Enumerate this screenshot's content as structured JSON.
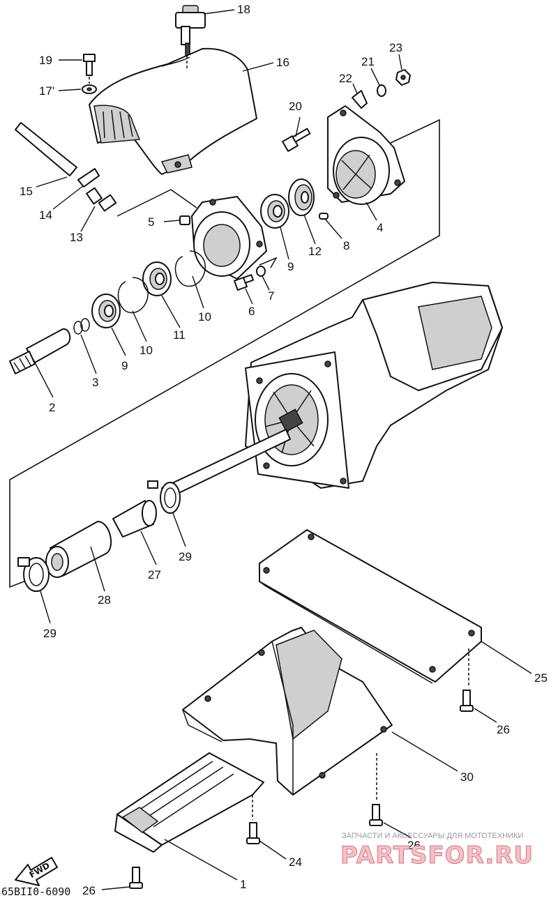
{
  "diagram_code": "65BII0-6090",
  "fwd_label": "FWD",
  "watermark": {
    "tagline": "ЗАПЧАСТИ И АКСЕССУАРЫ ДЛЯ МОТОТЕХНИКИ",
    "brand": "PARTSFOR.RU"
  },
  "callouts": {
    "p1": "1",
    "p2": "2",
    "p3": "3",
    "p4": "4",
    "p5": "5",
    "p6": "6",
    "p7": "7",
    "p8": "8",
    "p9a": "9",
    "p9b": "9",
    "p10a": "10",
    "p10b": "10",
    "p11": "11",
    "p12": "12",
    "p13": "13",
    "p14": "14",
    "p15": "15",
    "p16": "16",
    "p17": "17'",
    "p18": "18",
    "p19": "19",
    "p20": "20",
    "p21": "21",
    "p22": "22",
    "p23": "23",
    "p24": "24",
    "p25": "25",
    "p26a": "26",
    "p26b": "26",
    "p26c": "26",
    "p27": "27",
    "p28": "28",
    "p29a": "29",
    "p29b": "29",
    "p30": "30"
  }
}
